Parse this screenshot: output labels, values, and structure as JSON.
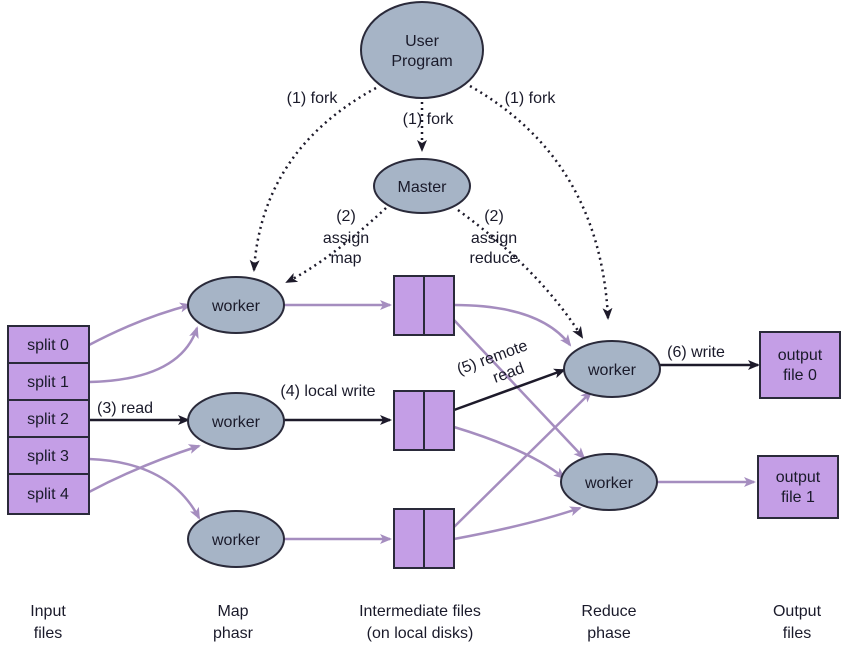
{
  "nodes": {
    "user_program": [
      "User",
      "Program"
    ],
    "master": "Master",
    "map_worker_1": "worker",
    "map_worker_2": "worker",
    "map_worker_3": "worker",
    "reduce_worker_1": "worker",
    "reduce_worker_2": "worker"
  },
  "splits": [
    "split 0",
    "split 1",
    "split 2",
    "split 3",
    "split 4"
  ],
  "outputs": [
    [
      "output",
      "file 0"
    ],
    [
      "output",
      "file 1"
    ]
  ],
  "edge_labels": {
    "fork_left": "(1) fork",
    "fork_center": "(1) fork",
    "fork_right": "(1) fork",
    "assign_map": [
      "(2)",
      "assign",
      "map"
    ],
    "assign_reduce": [
      "(2)",
      "assign",
      "reduce"
    ],
    "read": "(3) read",
    "local_write": "(4) local write",
    "remote_read": [
      "(5) remote",
      "read"
    ],
    "write": "(6) write"
  },
  "phases": {
    "input": [
      "Input",
      "files"
    ],
    "map": [
      "Map",
      "phasr"
    ],
    "intermediate": [
      "Intermediate files",
      "(on local disks)"
    ],
    "reduce": [
      "Reduce",
      "phase"
    ],
    "output": [
      "Output",
      "files"
    ]
  },
  "colors": {
    "node_fill": "#a6b4c6",
    "box_fill": "#c49ee6",
    "data_flow": "#a58dbf",
    "control_flow": "#1d1a2a"
  }
}
